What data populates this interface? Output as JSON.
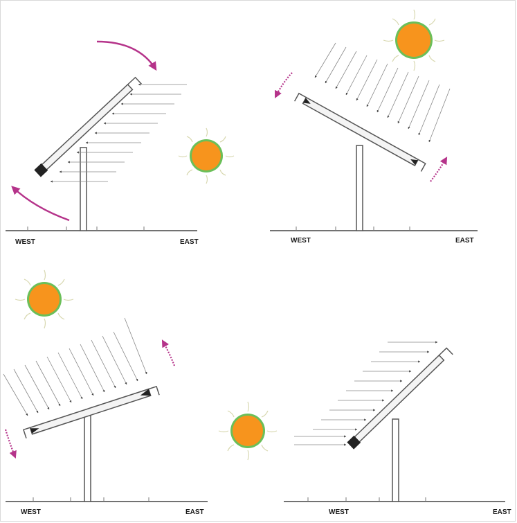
{
  "panels": [
    {
      "id": "top-left",
      "west_label": "WEST",
      "east_label": "EAST"
    },
    {
      "id": "top-right",
      "west_label": "WEST",
      "east_label": "EAST"
    },
    {
      "id": "bottom-left",
      "west_label": "WEST",
      "east_label": "EAST"
    },
    {
      "id": "bottom-right",
      "west_label": "WEST",
      "east_label": "EAST"
    }
  ],
  "colors": {
    "sun_fill": "#f7941d",
    "sun_ring": "#6bbf59",
    "sun_rays": "#d8d8b0",
    "rotation_arrow": "#b5338a",
    "collector": "#555555",
    "ground": "#444444"
  },
  "icons": {
    "sun": "sun-icon",
    "rotation": "curved-arrow-icon",
    "receiver": "receiver-block-icon"
  }
}
